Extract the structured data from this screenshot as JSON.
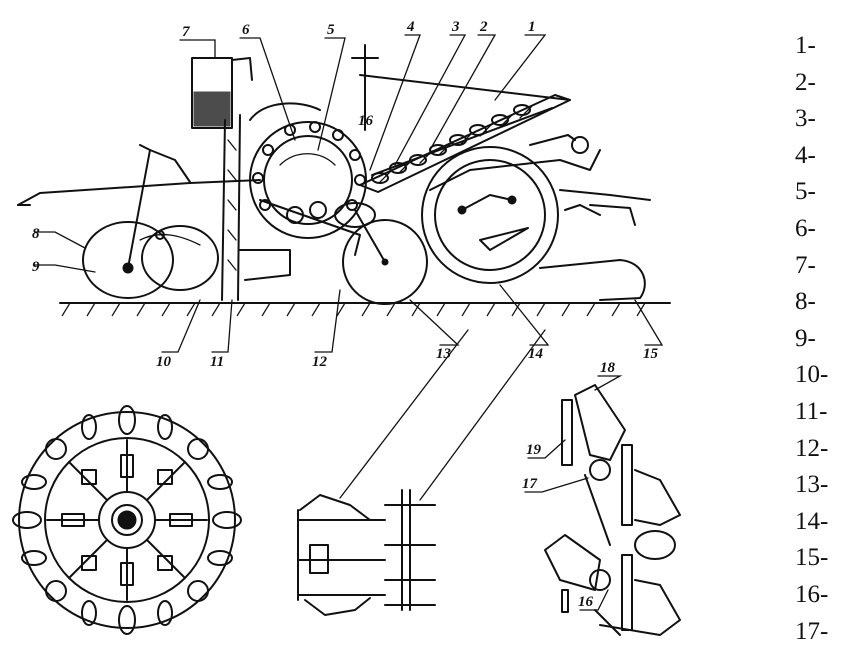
{
  "legend_items": [
    "1-",
    "2-",
    "3-",
    "4-",
    "5-",
    "6-",
    "7-",
    "8-",
    "9-",
    "10-",
    "11-",
    "12-",
    "13-",
    "14-",
    "15-",
    "16-",
    "17-"
  ],
  "callouts": {
    "n1": "1",
    "n2": "2",
    "n3": "3",
    "n4": "4",
    "n5": "5",
    "n6": "6",
    "n7": "7",
    "n8": "8",
    "n9": "9",
    "n10": "10",
    "n11": "11",
    "n12": "12",
    "n13": "13",
    "n14": "14",
    "n15": "15",
    "n16": "16",
    "n17": "17",
    "n18": "18",
    "n19": "19"
  }
}
